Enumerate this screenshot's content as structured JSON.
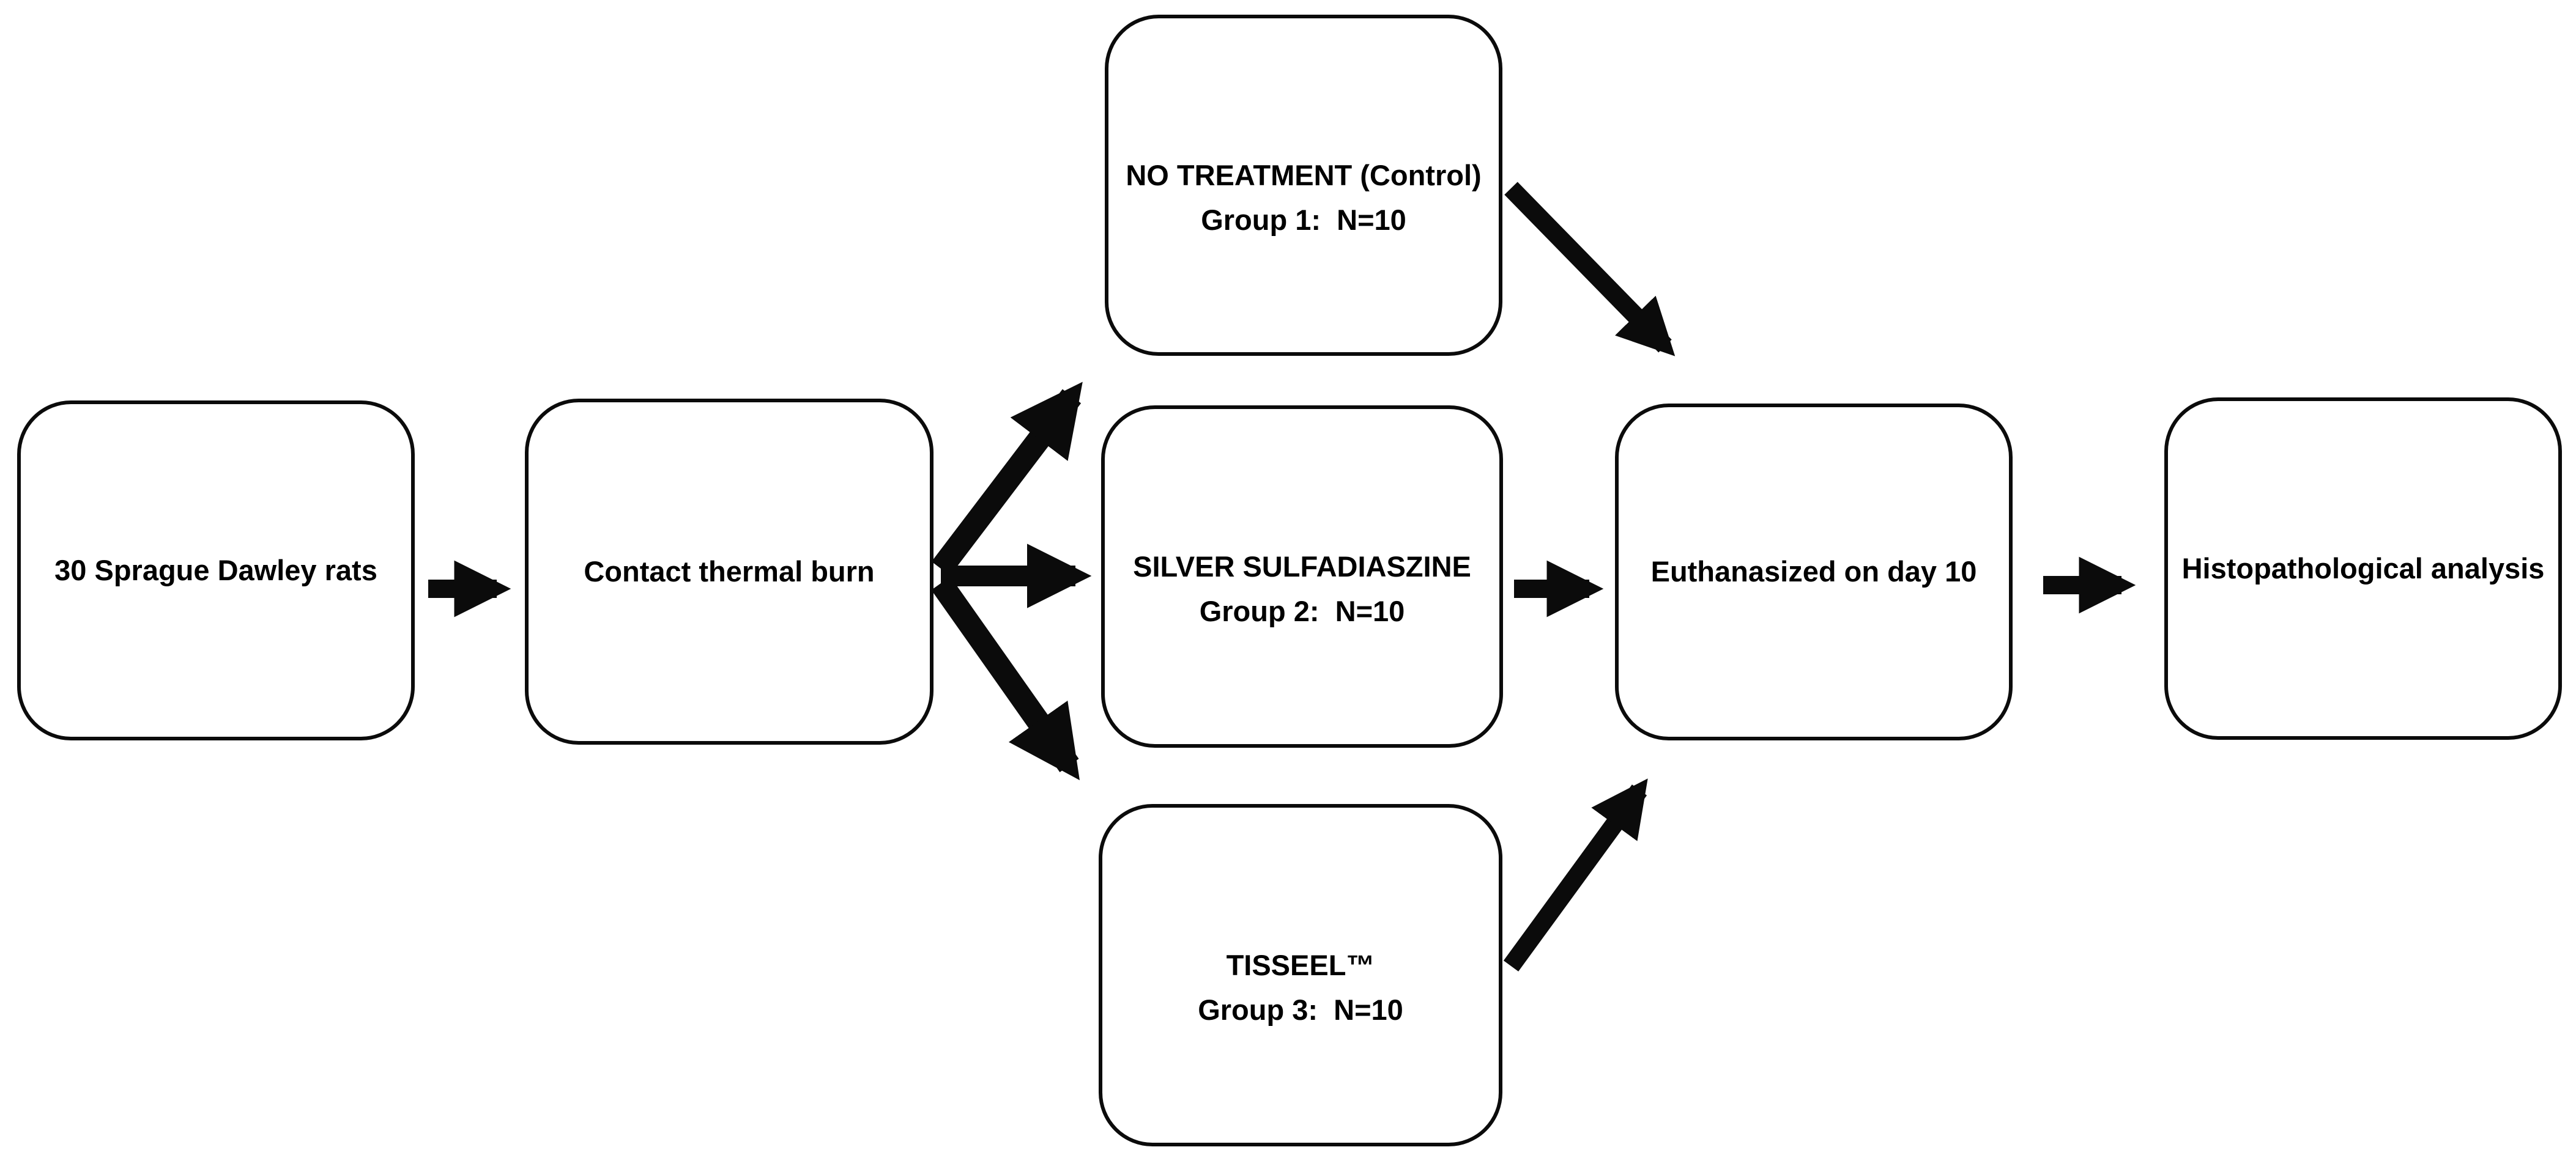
{
  "figure": {
    "type": "flowchart",
    "background": "#ffffff",
    "node_fill": "#ffffff",
    "node_border_color": "#0b0b0b",
    "arrow_color": "#0b0b0b",
    "text_color": "#000000"
  },
  "boxes": [
    {
      "id": "rats",
      "lines": [
        "30 Sprague Dawley rats"
      ]
    },
    {
      "id": "burn",
      "lines": [
        "Contact thermal burn"
      ]
    },
    {
      "id": "group1",
      "lines": [
        "NO TREATMENT (Control)",
        "Group 1:  N=10"
      ]
    },
    {
      "id": "group2",
      "lines": [
        "SILVER SULFADIASZINE",
        "Group 2:  N=10"
      ]
    },
    {
      "id": "group3",
      "lines": [
        "TISSEEL™",
        "Group 3:  N=10"
      ]
    },
    {
      "id": "euthanasia",
      "lines": [
        "Euthanasized on day 10"
      ]
    },
    {
      "id": "histology",
      "lines": [
        "Histopathological analysis"
      ]
    }
  ],
  "edges": [
    {
      "from": "rats",
      "to": "burn"
    },
    {
      "from": "burn",
      "to": "group1"
    },
    {
      "from": "burn",
      "to": "group2"
    },
    {
      "from": "burn",
      "to": "group3"
    },
    {
      "from": "group1",
      "to": "euthanasia"
    },
    {
      "from": "group2",
      "to": "euthanasia"
    },
    {
      "from": "group3",
      "to": "euthanasia"
    },
    {
      "from": "euthanasia",
      "to": "histology"
    }
  ]
}
